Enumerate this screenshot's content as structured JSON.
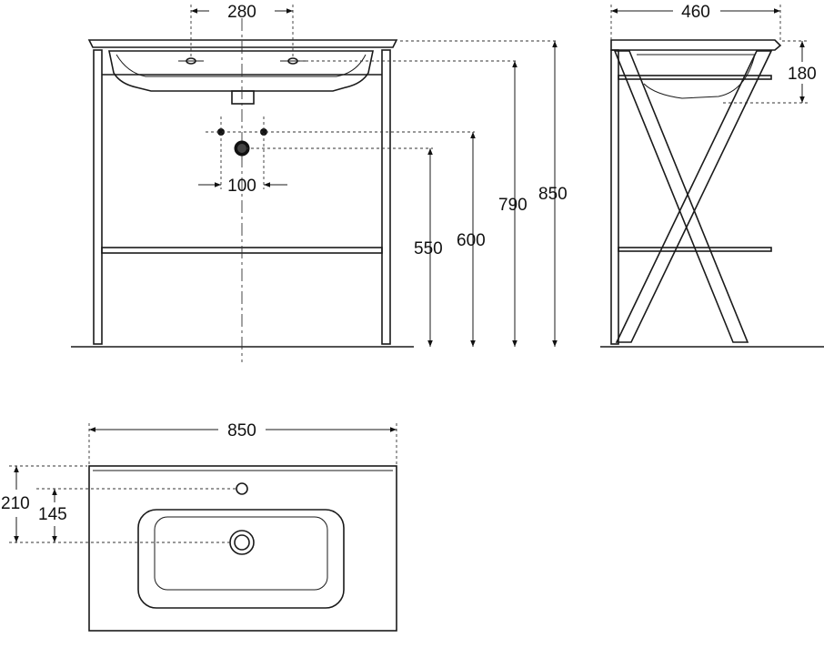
{
  "front_view": {
    "dims": {
      "faucet_spacing": "280",
      "supply_spacing": "100",
      "drain_height": "550",
      "supply_height": "600",
      "faucet_height": "790",
      "total_height": "850"
    }
  },
  "side_view": {
    "dims": {
      "depth": "460",
      "basin_depth": "180"
    }
  },
  "top_view": {
    "dims": {
      "width": "850",
      "drain_offset": "210",
      "hole_to_drain": "145"
    }
  },
  "colors": {
    "line": "#1a1a1a",
    "background": "#ffffff"
  }
}
